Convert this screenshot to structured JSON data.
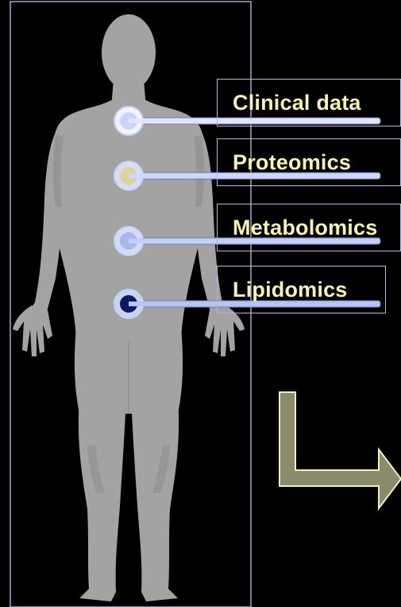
{
  "colors": {
    "background": "#000000",
    "body": "#a3a3a3",
    "body_shade": "#8c8c8c",
    "frame": "#b7c3ee",
    "label_text": "#f8f2b0",
    "arrow_fill": "#8a8a6c",
    "arrow_stroke": "#f2f0b8"
  },
  "markers": [
    {
      "name": "Clinical data",
      "label": "Clinical data",
      "ring": "#f2f4ff",
      "core": "#c9d6fb",
      "line": "#dfe6ff"
    },
    {
      "name": "Proteomics",
      "label": "Proteomics",
      "ring": "#d8ddf7",
      "core": "#dcd29c",
      "line": "#cdd7ff"
    },
    {
      "name": "Metabolomics",
      "label": "Metabolomics",
      "ring": "#d4dbf8",
      "core": "#a7b9e9",
      "line": "#c3cff8"
    },
    {
      "name": "Lipidomics",
      "label": "Lipidomics",
      "ring": "#c8d2f5",
      "core": "#0a1a5a",
      "line": "#b5c4f2"
    }
  ],
  "icons": [
    "human-body-icon",
    "elbow-arrow-icon"
  ]
}
